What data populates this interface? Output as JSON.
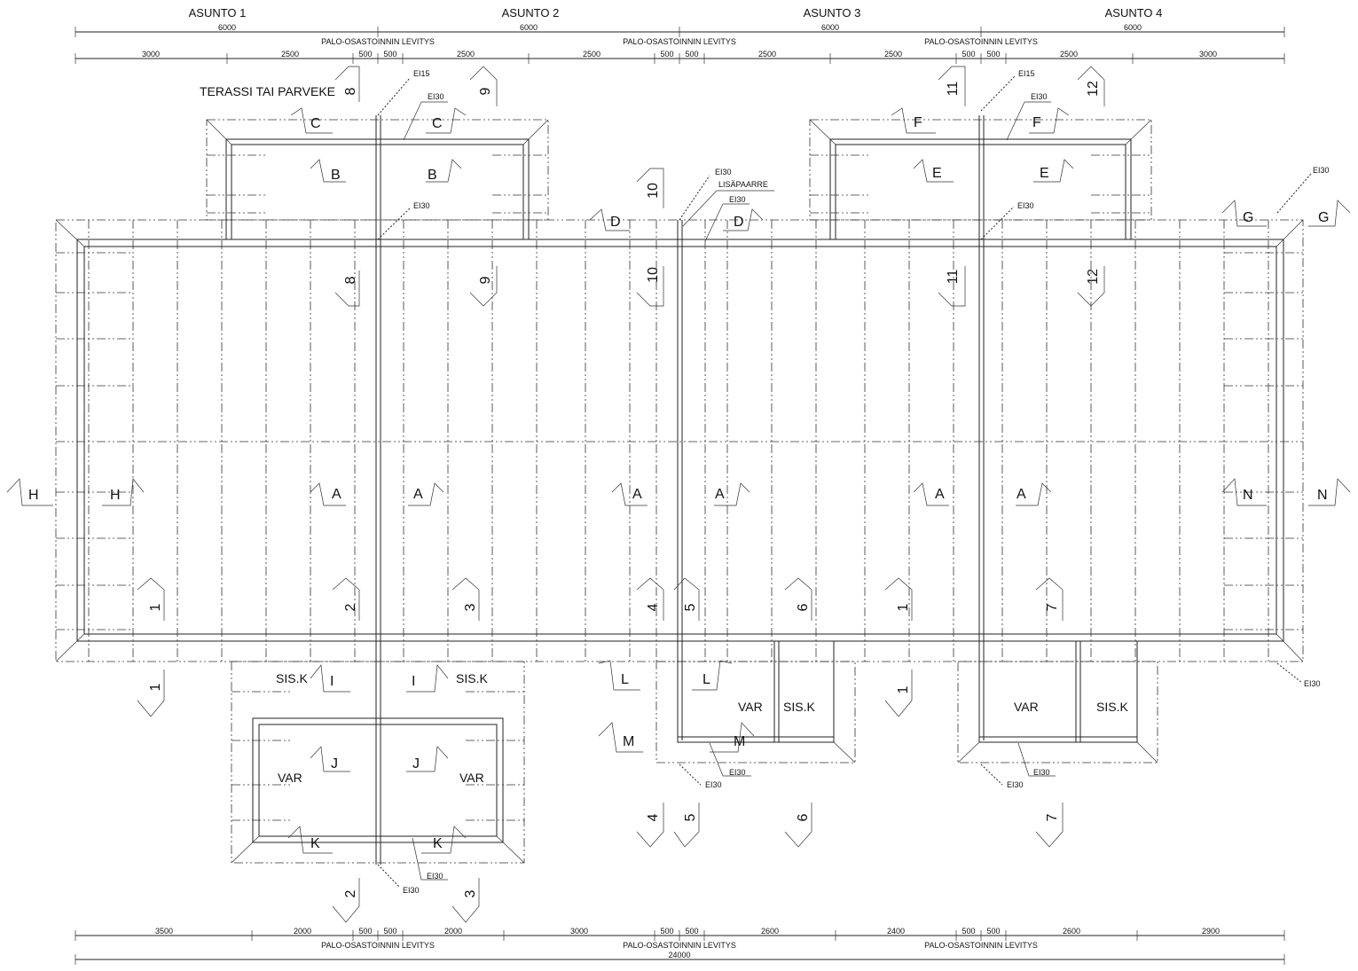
{
  "apartments": [
    "ASUNTO 1",
    "ASUNTO 2",
    "ASUNTO 3",
    "ASUNTO 4"
  ],
  "top_dims_row1": [
    "6000",
    "6000",
    "6000",
    "6000"
  ],
  "fire_spread_label": "PALO-OSASTOINNIN LEVITYS",
  "top_dims_row2": [
    "3000",
    "2500",
    "500",
    "500",
    "2500",
    "2500",
    "500",
    "500",
    "2500",
    "2500",
    "500",
    "500",
    "2500",
    "3000"
  ],
  "bottom_dims_row1": [
    "3500",
    "2000",
    "500",
    "500",
    "2000",
    "3000",
    "500",
    "500",
    "2600",
    "2400",
    "500",
    "500",
    "2600",
    "2900"
  ],
  "bottom_total": "24000",
  "terrace_label": "TERASSI TAI PARVEKE",
  "fire_classes": {
    "ei15": "EI15",
    "ei30": "EI30"
  },
  "extra_truss": "LISÄPAARRE",
  "rooms": {
    "var": "VAR",
    "sisk": "SIS.K"
  },
  "section_letters": [
    "A",
    "B",
    "C",
    "D",
    "E",
    "F",
    "G",
    "H",
    "I",
    "J",
    "K",
    "L",
    "M",
    "N"
  ],
  "section_numbers": [
    "1",
    "2",
    "3",
    "4",
    "5",
    "6",
    "7",
    "8",
    "9",
    "10",
    "11",
    "12"
  ]
}
